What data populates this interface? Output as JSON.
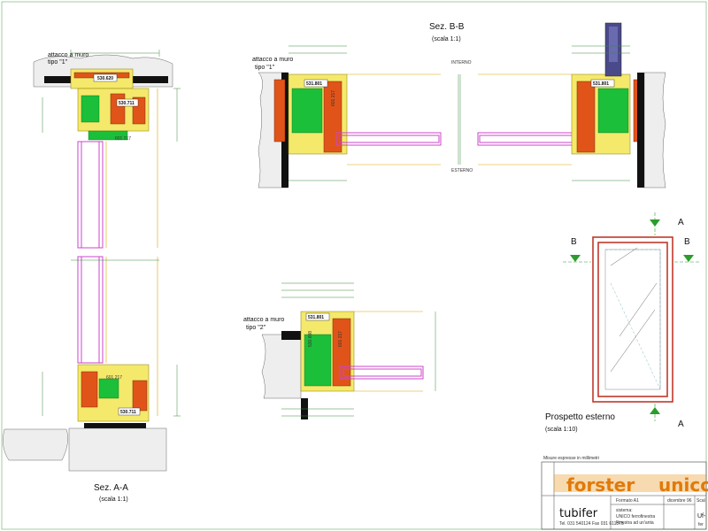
{
  "sections": {
    "aa": {
      "title": "Sez. A-A",
      "scale": "(scala 1:1)"
    },
    "bb": {
      "title": "Sez. B-B",
      "scale": "(scala 1:1)",
      "interno": "INTERNO",
      "esterno": "ESTERNO"
    },
    "prospetto": {
      "title": "Prospetto esterno",
      "scale": "(scala 1:10)",
      "marker_a": "A",
      "marker_b": "B"
    }
  },
  "wall_notes": {
    "tipo1_line1": "attacco a muro",
    "tipo1_line2": "tipo \"1\"",
    "tipo2_line1": "attacco a muro",
    "tipo2_line2": "tipo \"2\""
  },
  "profile_codes": {
    "p530620": "530.620",
    "p530711": "530.711",
    "p531801": "531.801",
    "p601217": "601 217",
    "p530608": "530.608"
  },
  "title_block": {
    "misure": "Misure espresse in millimetri",
    "brand_forster": "forster",
    "brand_unico": "unico",
    "formato": "Formato A1",
    "data": "dicembre 96",
    "scala": "Scal",
    "sistema_label": "sistema:",
    "sistema_line1": "UNICO ferrofinestra",
    "sistema_line2": "Finestra ad un'anta",
    "tubifer": "tubifer",
    "tel": "Tel. 031 540124  Fax 031 611375",
    "code": "Uf-",
    "code2": "fer"
  }
}
